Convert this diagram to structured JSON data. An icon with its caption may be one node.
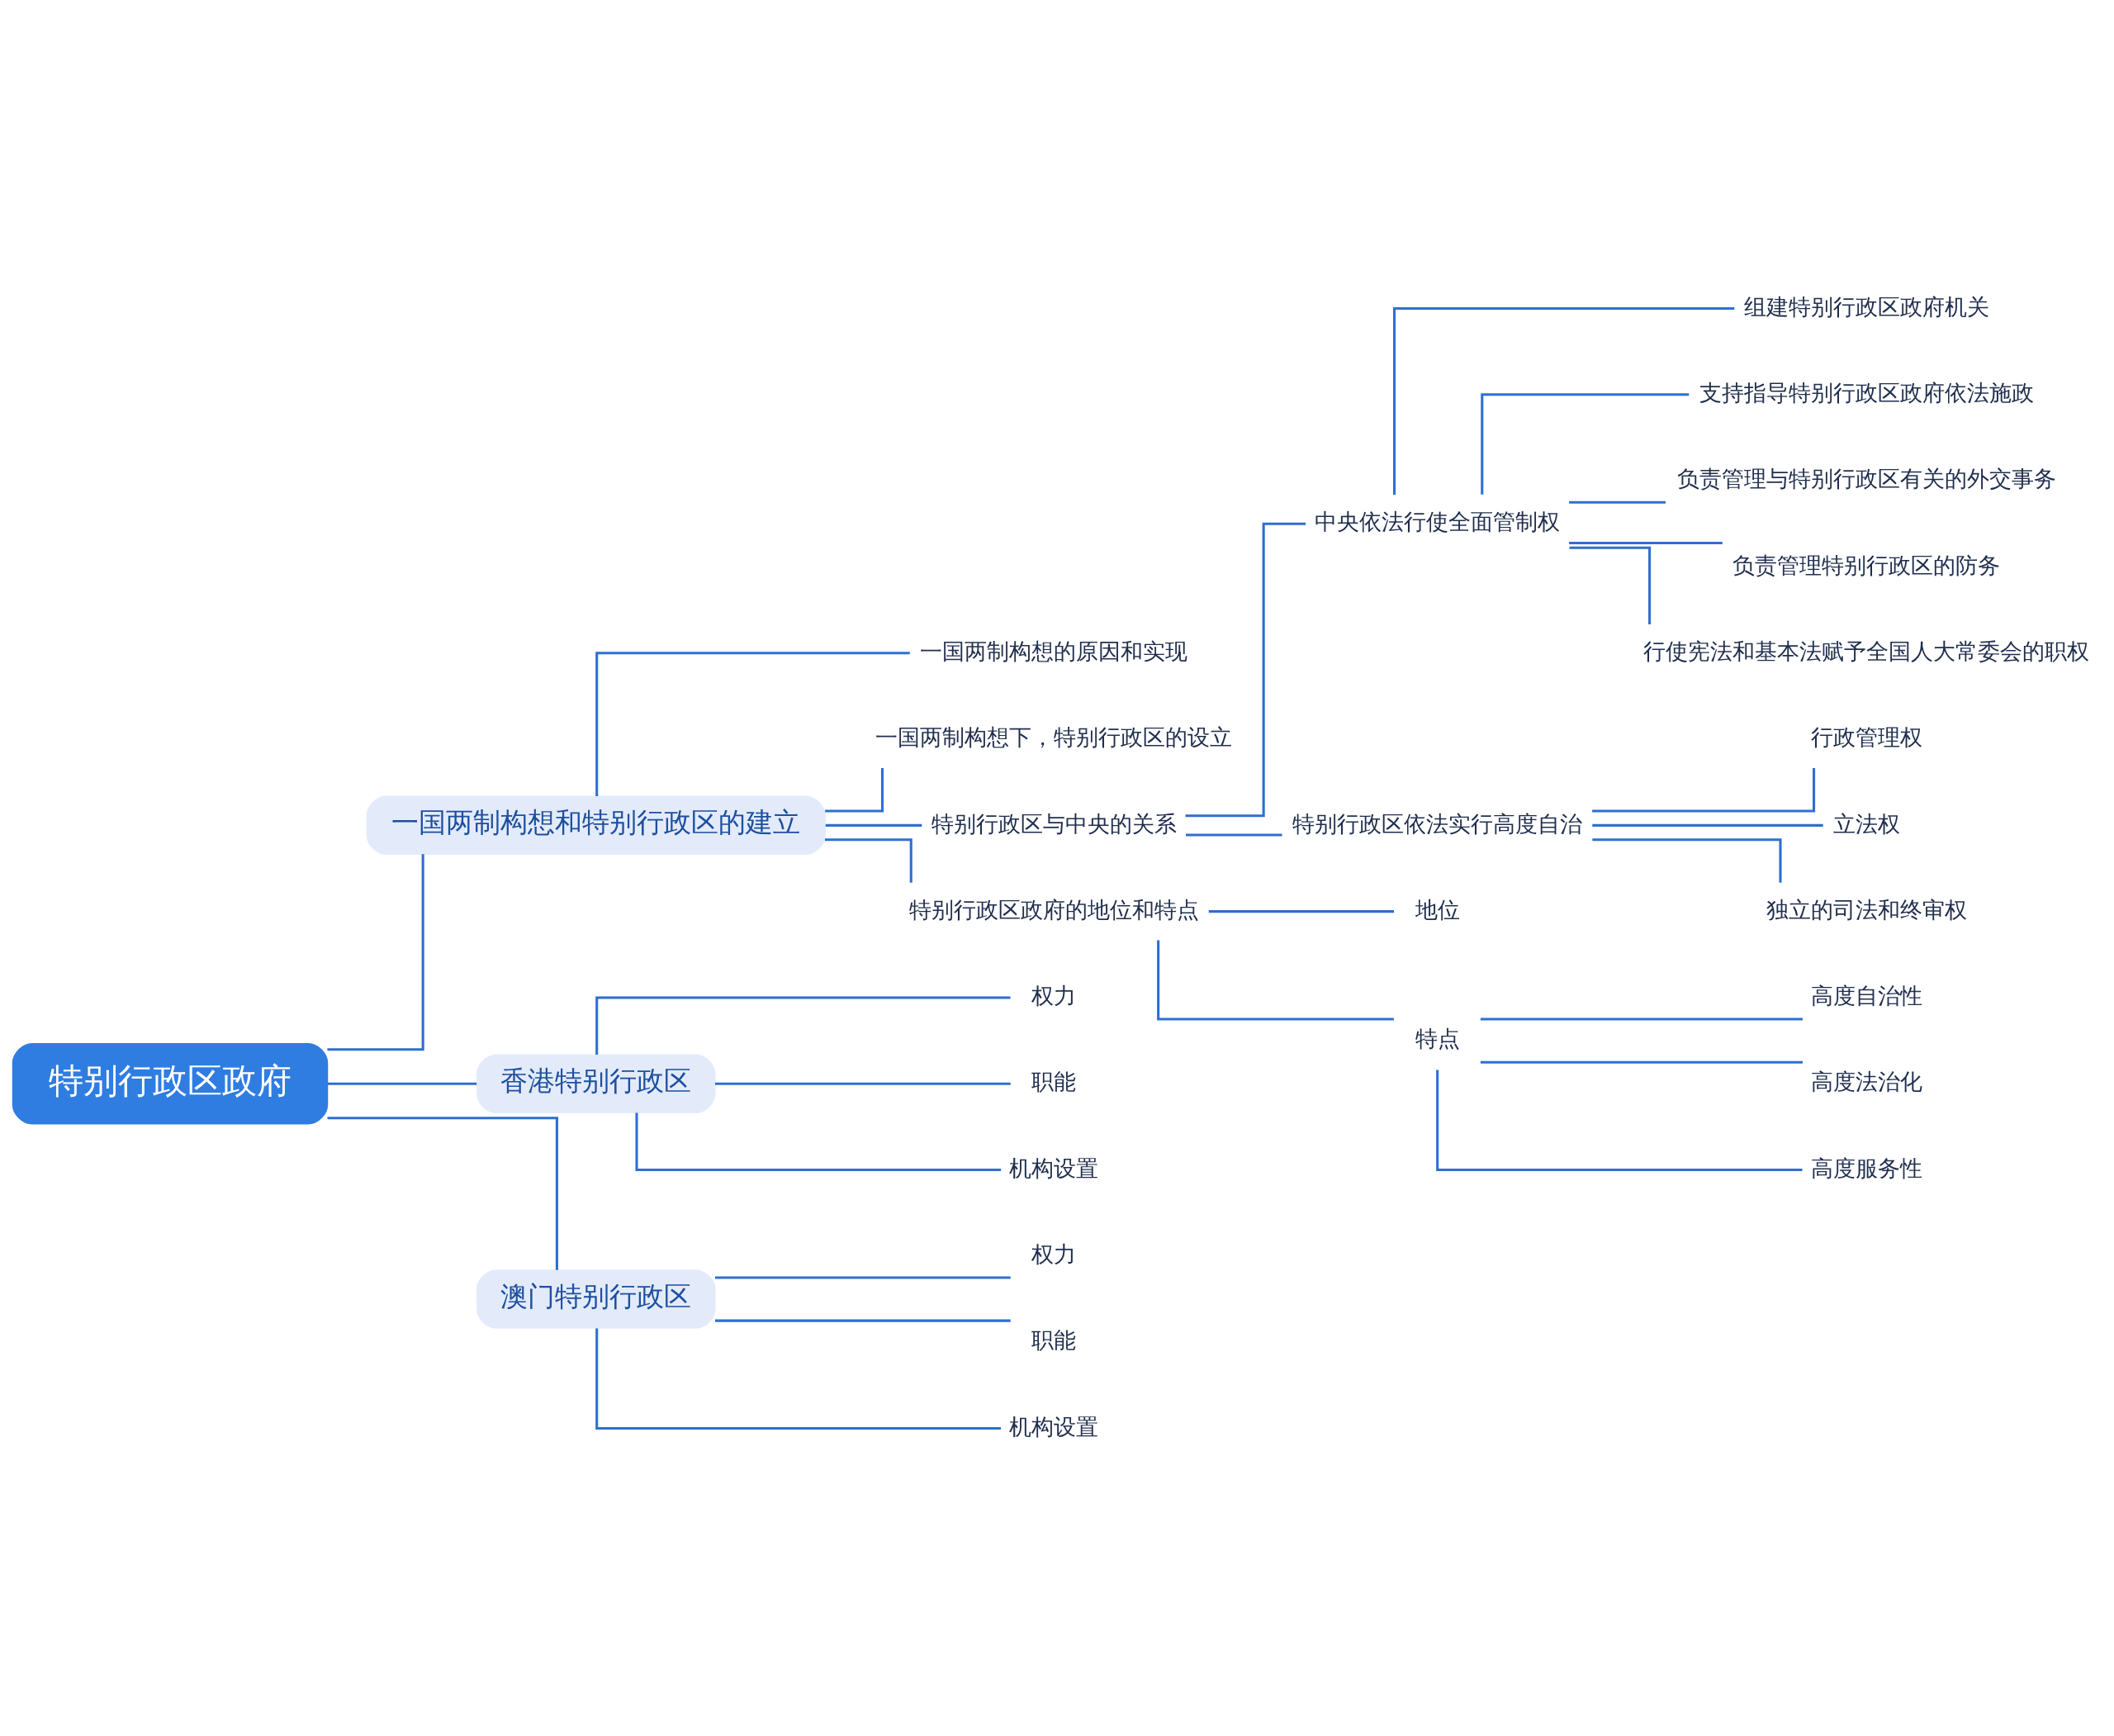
{
  "diagram": {
    "nodes": [
      {
        "text": [
          "特别行政区政府"
        ]
      },
      {
        "text": [
          "一国两制构想和特别行政区的建立"
        ]
      },
      {
        "text": [
          "一国两制构想的原因和实现"
        ]
      },
      {
        "text": [
          "一国两制构想下，特别行政区的设立"
        ]
      },
      {
        "text": [
          "特别行政区与中央的关系"
        ]
      },
      {
        "text": [
          "中央依法行使全面管制权"
        ]
      },
      {
        "text": [
          "组建特别行政区政府机关"
        ]
      },
      {
        "text": [
          "支持指导特别行政区政府依法施政"
        ]
      },
      {
        "text": [
          "负责管理与特别行政区有关的外交事务"
        ]
      },
      {
        "text": [
          "负责管理特别行政区的防务"
        ]
      },
      {
        "text": [
          "行使宪法和基本法赋予全国人大常委会的职权"
        ]
      },
      {
        "text": [
          "特别行政区依法实行高度自治"
        ]
      },
      {
        "text": [
          "行政管理权"
        ]
      },
      {
        "text": [
          "立法权"
        ]
      },
      {
        "text": [
          "独立的司法和终审权"
        ]
      },
      {
        "text": [
          "特别行政区政府的地位和特点"
        ]
      },
      {
        "text": [
          "地位"
        ]
      },
      {
        "text": [
          "特点"
        ]
      },
      {
        "text": [
          "高度自治性"
        ]
      },
      {
        "text": [
          "高度法治化"
        ]
      },
      {
        "text": [
          "高度服务性"
        ]
      },
      {
        "text": [
          "香港特别行政区"
        ]
      },
      {
        "text": [
          "权力"
        ]
      },
      {
        "text": [
          "职能"
        ]
      },
      {
        "text": [
          "机构设置"
        ]
      },
      {
        "text": [
          "澳门特别行政区"
        ]
      },
      {
        "text": [
          "权力"
        ]
      },
      {
        "text": [
          "职能"
        ]
      },
      {
        "text": [
          "机构设置"
        ]
      }
    ],
    "edges": [
      {
        "from": 0,
        "to": 1,
        "arrow": "none"
      },
      {
        "from": 1,
        "to": 2,
        "arrow": "none"
      },
      {
        "from": 1,
        "to": 3,
        "arrow": "none"
      },
      {
        "from": 1,
        "to": 4,
        "arrow": "none"
      },
      {
        "from": 4,
        "to": 5,
        "arrow": "none"
      },
      {
        "from": 5,
        "to": 6,
        "arrow": "none"
      },
      {
        "from": 5,
        "to": 7,
        "arrow": "none"
      },
      {
        "from": 5,
        "to": 8,
        "arrow": "none"
      },
      {
        "from": 5,
        "to": 9,
        "arrow": "none"
      },
      {
        "from": 5,
        "to": 10,
        "arrow": "none"
      },
      {
        "from": 4,
        "to": 11,
        "arrow": "none"
      },
      {
        "from": 11,
        "to": 12,
        "arrow": "none"
      },
      {
        "from": 11,
        "to": 13,
        "arrow": "none"
      },
      {
        "from": 11,
        "to": 14,
        "arrow": "none"
      },
      {
        "from": 1,
        "to": 15,
        "arrow": "none"
      },
      {
        "from": 15,
        "to": 16,
        "arrow": "none"
      },
      {
        "from": 15,
        "to": 17,
        "arrow": "none"
      },
      {
        "from": 17,
        "to": 18,
        "arrow": "none"
      },
      {
        "from": 17,
        "to": 19,
        "arrow": "none"
      },
      {
        "from": 17,
        "to": 20,
        "arrow": "none"
      },
      {
        "from": 0,
        "to": 21,
        "arrow": "none"
      },
      {
        "from": 21,
        "to": 22,
        "arrow": "none"
      },
      {
        "from": 21,
        "to": 23,
        "arrow": "none"
      },
      {
        "from": 21,
        "to": 24,
        "arrow": "none"
      },
      {
        "from": 0,
        "to": 25,
        "arrow": "none"
      },
      {
        "from": 25,
        "to": 26,
        "arrow": "none"
      },
      {
        "from": 25,
        "to": 27,
        "arrow": "none"
      },
      {
        "from": 25,
        "to": 28,
        "arrow": "none"
      }
    ]
  }
}
